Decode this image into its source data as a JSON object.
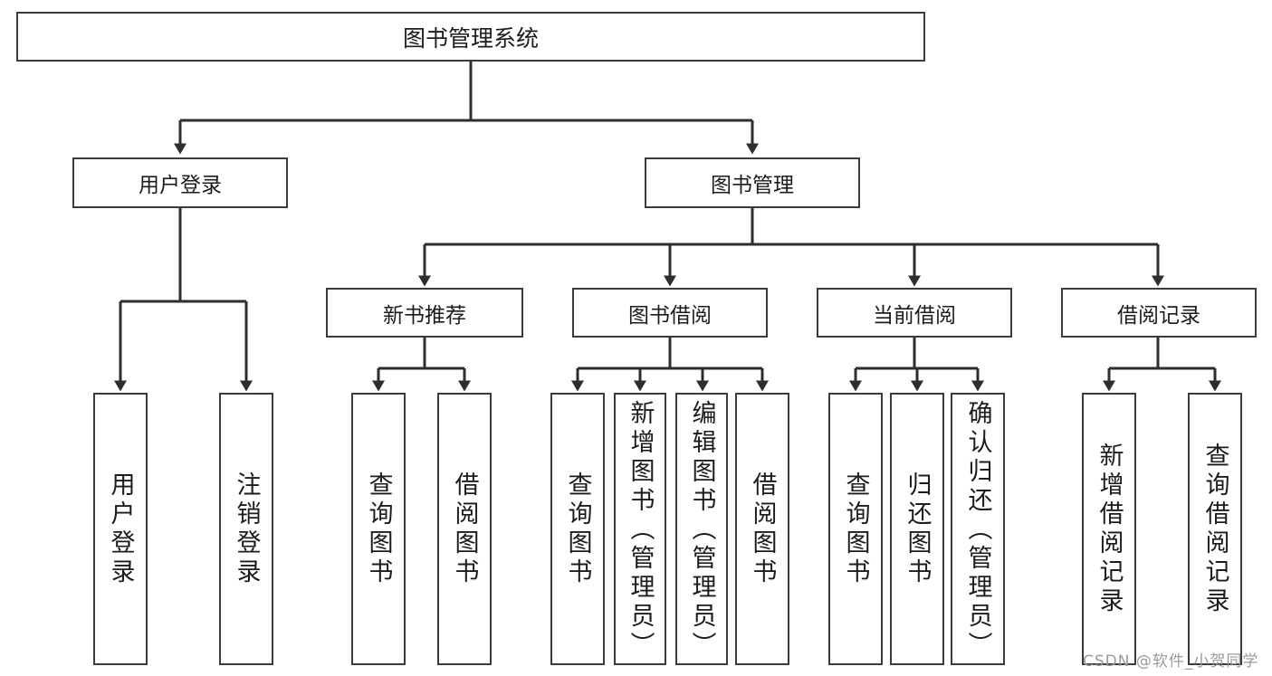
{
  "diagram": {
    "title": "图书管理系统",
    "type": "functional-structure-tree",
    "root": {
      "id": "root",
      "label": "图书管理系统"
    },
    "level2": [
      {
        "id": "user-login",
        "label": "用户登录"
      },
      {
        "id": "book-manage",
        "label": "图书管理"
      }
    ],
    "level3": [
      {
        "id": "new-book-recommend",
        "label": "新书推荐",
        "parent": "book-manage"
      },
      {
        "id": "book-borrow",
        "label": "图书借阅",
        "parent": "book-manage"
      },
      {
        "id": "current-borrow",
        "label": "当前借阅",
        "parent": "book-manage"
      },
      {
        "id": "borrow-record",
        "label": "借阅记录",
        "parent": "book-manage"
      }
    ],
    "leaves": [
      {
        "id": "leaf-user-login",
        "label": "用户登录",
        "parent": "user-login"
      },
      {
        "id": "leaf-logout-login",
        "label": "注销登录",
        "parent": "user-login"
      },
      {
        "id": "leaf-query-book-1",
        "label": "查询图书",
        "parent": "new-book-recommend"
      },
      {
        "id": "leaf-borrow-book-1",
        "label": "借阅图书",
        "parent": "new-book-recommend"
      },
      {
        "id": "leaf-query-book-2",
        "label": "查询图书",
        "parent": "book-borrow"
      },
      {
        "id": "leaf-add-book",
        "label": "新增图书（管理员）",
        "parent": "book-borrow"
      },
      {
        "id": "leaf-edit-book",
        "label": "编辑图书（管理员）",
        "parent": "book-borrow"
      },
      {
        "id": "leaf-borrow-book-2",
        "label": "借阅图书",
        "parent": "book-borrow"
      },
      {
        "id": "leaf-query-book-3",
        "label": "查询图书",
        "parent": "current-borrow"
      },
      {
        "id": "leaf-return-book",
        "label": "归还图书",
        "parent": "current-borrow"
      },
      {
        "id": "leaf-confirm-return",
        "label": "确认归还（管理员）",
        "parent": "current-borrow"
      },
      {
        "id": "leaf-add-record",
        "label": "新增借阅记录",
        "parent": "borrow-record"
      },
      {
        "id": "leaf-query-record",
        "label": "查询借阅记录",
        "parent": "borrow-record"
      }
    ],
    "colors": {
      "border": "#3b3b3b",
      "background": "#ffffff",
      "text": "#1c1c1c",
      "connector": "#2e2e2e",
      "watermark": "#9a9a9a"
    }
  },
  "watermark": {
    "text": "CSDN @软件_小贺同学"
  }
}
